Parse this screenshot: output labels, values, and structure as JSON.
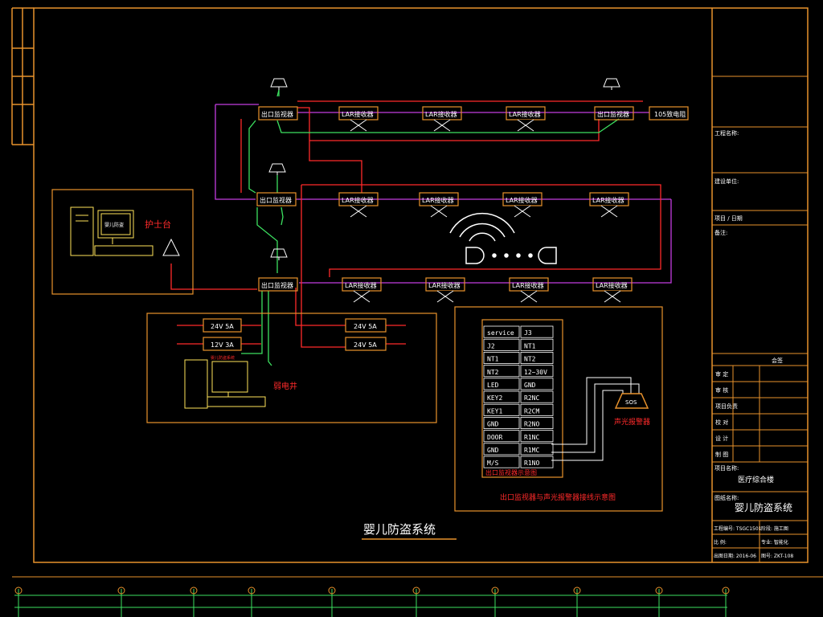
{
  "title": "婴儿防盗系统",
  "monitors": {
    "m1": "出口监视器",
    "m2": "出口监视器",
    "m3": "出口监视器",
    "m4": "出口监视器"
  },
  "receivers": {
    "r1": "LAR接收器",
    "r2": "LAR接收器",
    "r3": "LAR接收器",
    "r4": "LAR接收器",
    "r5": "LAR接收器",
    "r6": "LAR接收器",
    "r7": "LAR接收器",
    "r8": "LAR接收器",
    "r9": "LAR接收器",
    "r10": "LAR接收器",
    "r11": "LAR接收器"
  },
  "magnetic_lock": "105致电阻",
  "nurse_station": {
    "label": "护士台",
    "screen_text": "婴儿防盗"
  },
  "power_room": {
    "label": "弱电井",
    "ps1": "24V  5A",
    "ps2": "12V  3A",
    "ps3": "24V  5A",
    "ps4": "24V  5A",
    "screen_text": "婴儿防盗系统"
  },
  "wiring": {
    "caption_small": "出口监视器示意图",
    "caption": "出口监视器与声光报警器接线示意图",
    "alarm": "声光报警器",
    "alarm_box": "SOS",
    "rows": [
      [
        "service",
        "J3"
      ],
      [
        "J2",
        "NT1"
      ],
      [
        "NT1",
        "NT2"
      ],
      [
        "NT2",
        "12~30V"
      ],
      [
        "LED",
        "GND"
      ],
      [
        "KEY2",
        "R2NC"
      ],
      [
        "KEY1",
        "R2CM"
      ],
      [
        "GND",
        "R2NO"
      ],
      [
        "DOOR",
        "R1NC"
      ],
      [
        "GND",
        "R1MC"
      ],
      [
        "M/S",
        "R1NO"
      ]
    ]
  },
  "title_block": {
    "project_name_label": "工程名称:",
    "design_unit_label": "建设单位:",
    "project_label": "项目 / 日期",
    "notes_label": "备注:",
    "sign_header": "会签",
    "rows": [
      "审  定",
      "审  核",
      "项目负责",
      "校  对",
      "设  计",
      "制  图"
    ],
    "project_title_label": "项目名称:",
    "project_title": "医疗综合楼",
    "drawing_name_label": "图纸名称:",
    "drawing_name": "婴儿防盗系统",
    "drawing_no": "工程编号: TSGC1501",
    "stage": "阶段: 施工图",
    "scale": "比  例:",
    "major": "专业: 智能化",
    "date": "出图日期: 2016-06",
    "sheet": "图号: ZKT-108"
  },
  "colors": {
    "frame": "#E8922C",
    "red": "#FF2A2A",
    "magenta": "#C43CE0",
    "green": "#3CE060",
    "white": "#FFFFFF",
    "yellow": "#FFE35A"
  }
}
